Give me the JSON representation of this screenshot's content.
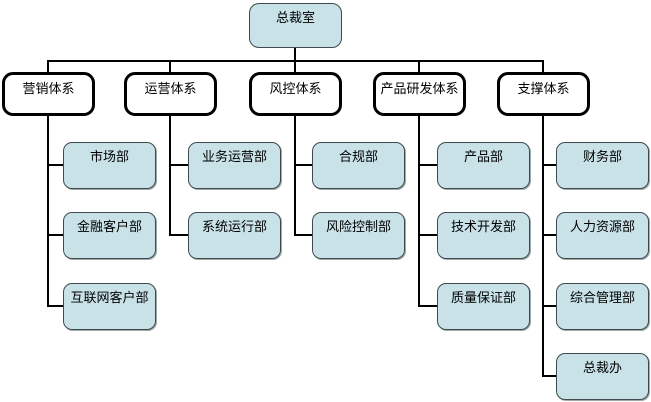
{
  "diagram": {
    "type": "org-chart",
    "root": {
      "label": "总裁室"
    },
    "branches": [
      {
        "label": "营销体系",
        "children": [
          "市场部",
          "金融客户部",
          "互联网客户部"
        ]
      },
      {
        "label": "运营体系",
        "children": [
          "业务运营部",
          "系统运行部"
        ]
      },
      {
        "label": "风控体系",
        "children": [
          "合规部",
          "风险控制部"
        ]
      },
      {
        "label": "产品研发体系",
        "children": [
          "产品部",
          "技术开发部",
          "质量保证部"
        ]
      },
      {
        "label": "支撑体系",
        "children": [
          "财务部",
          "人力资源部",
          "综合管理部",
          "总裁办"
        ]
      }
    ],
    "colors": {
      "node_fill": "#c8e2e8",
      "branch_fill": "#ffffff",
      "branch_border": "#000000",
      "leaf_border": "#3f4a4d",
      "connector": "#000000",
      "background": "#ffffff",
      "text": "#000000"
    }
  }
}
